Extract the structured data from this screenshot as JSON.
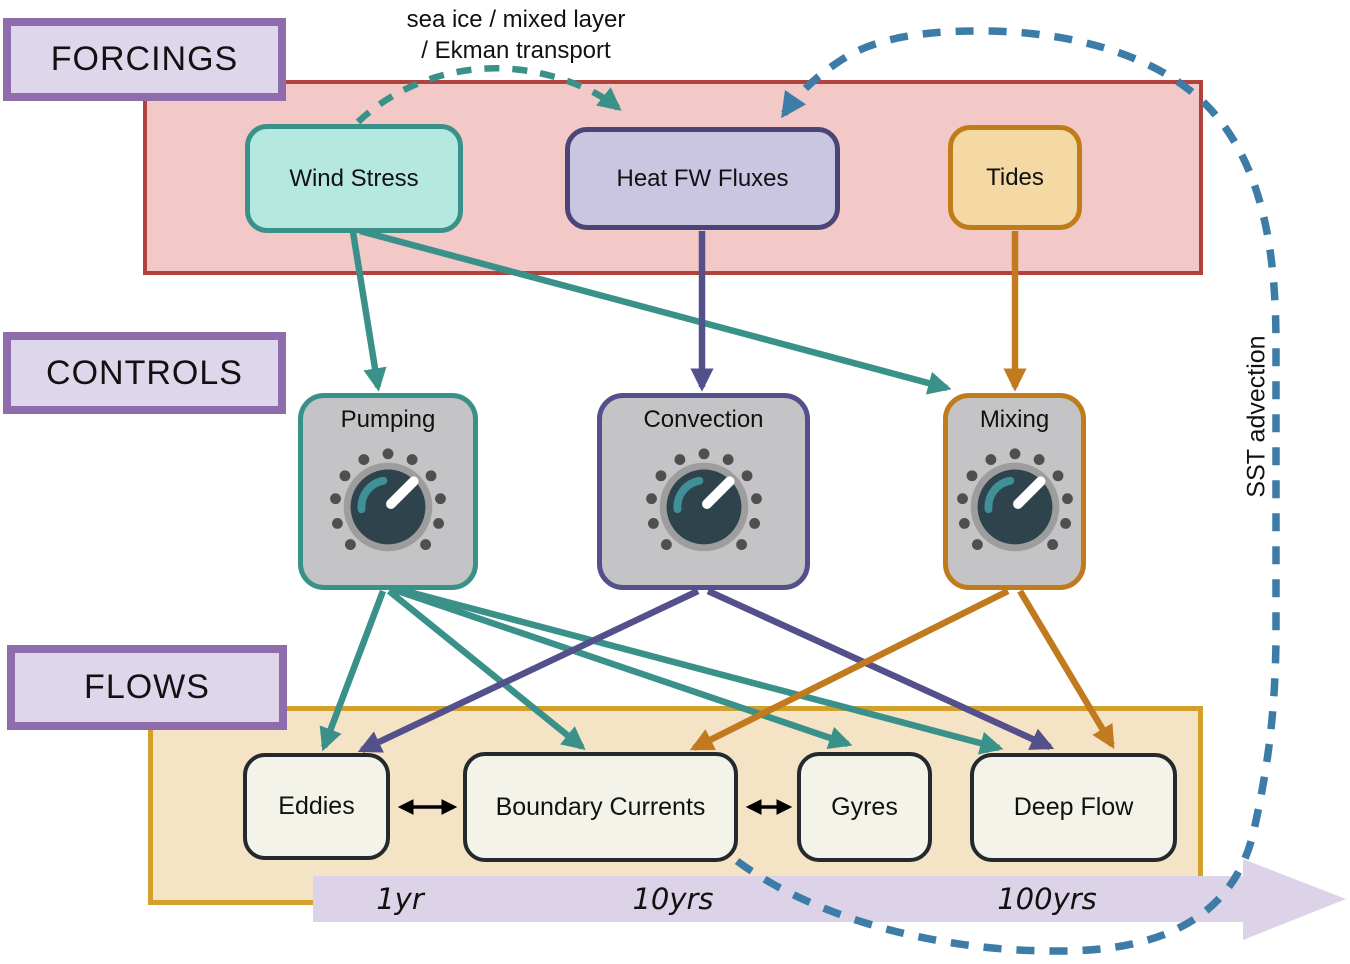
{
  "sections": {
    "forcings": "FORCINGS",
    "controls": "CONTROLS",
    "flows": "FLOWS"
  },
  "forcings": {
    "wind_stress": "Wind Stress",
    "heat_fw_fluxes": "Heat FW Fluxes",
    "tides": "Tides"
  },
  "controls": {
    "pumping": "Pumping",
    "convection": "Convection",
    "mixing": "Mixing"
  },
  "flows": {
    "eddies": "Eddies",
    "boundary_currents": "Boundary Currents",
    "gyres": "Gyres",
    "deep_flow": "Deep Flow"
  },
  "annotations": {
    "sea_ice_line1": "sea ice / mixed layer",
    "sea_ice_line2": "/ Ekman transport",
    "sst_advection": "SST advection"
  },
  "timeline": {
    "t1": "1yr",
    "t2": "10yrs",
    "t3": "100yrs"
  },
  "colors": {
    "teal": "#3a9189",
    "teal_fill": "#b5e9e0",
    "purple": "#54508c",
    "purple_fill": "#cac6e2",
    "orange": "#c17a1d",
    "orange_fill": "#f4d9a5",
    "forcings_bg": "#f2c9c7",
    "forcings_border": "#b2423e",
    "flows_bg": "#f5e3c5",
    "flows_border": "#d2a02b",
    "section_label_bg": "#ded7ec",
    "section_label_border": "#8f6dac",
    "control_bg": "#c4c4c6",
    "flow_box_bg": "#f4f3ea",
    "flow_box_border": "#24292e",
    "timeline_bg": "#dcd3e8",
    "sst_blue": "#3d7ca6",
    "knob_dark": "#2f434c",
    "knob_ring": "#9d9d9d",
    "knob_dot": "#4f4f4f",
    "knob_arc": "#3f9097"
  }
}
